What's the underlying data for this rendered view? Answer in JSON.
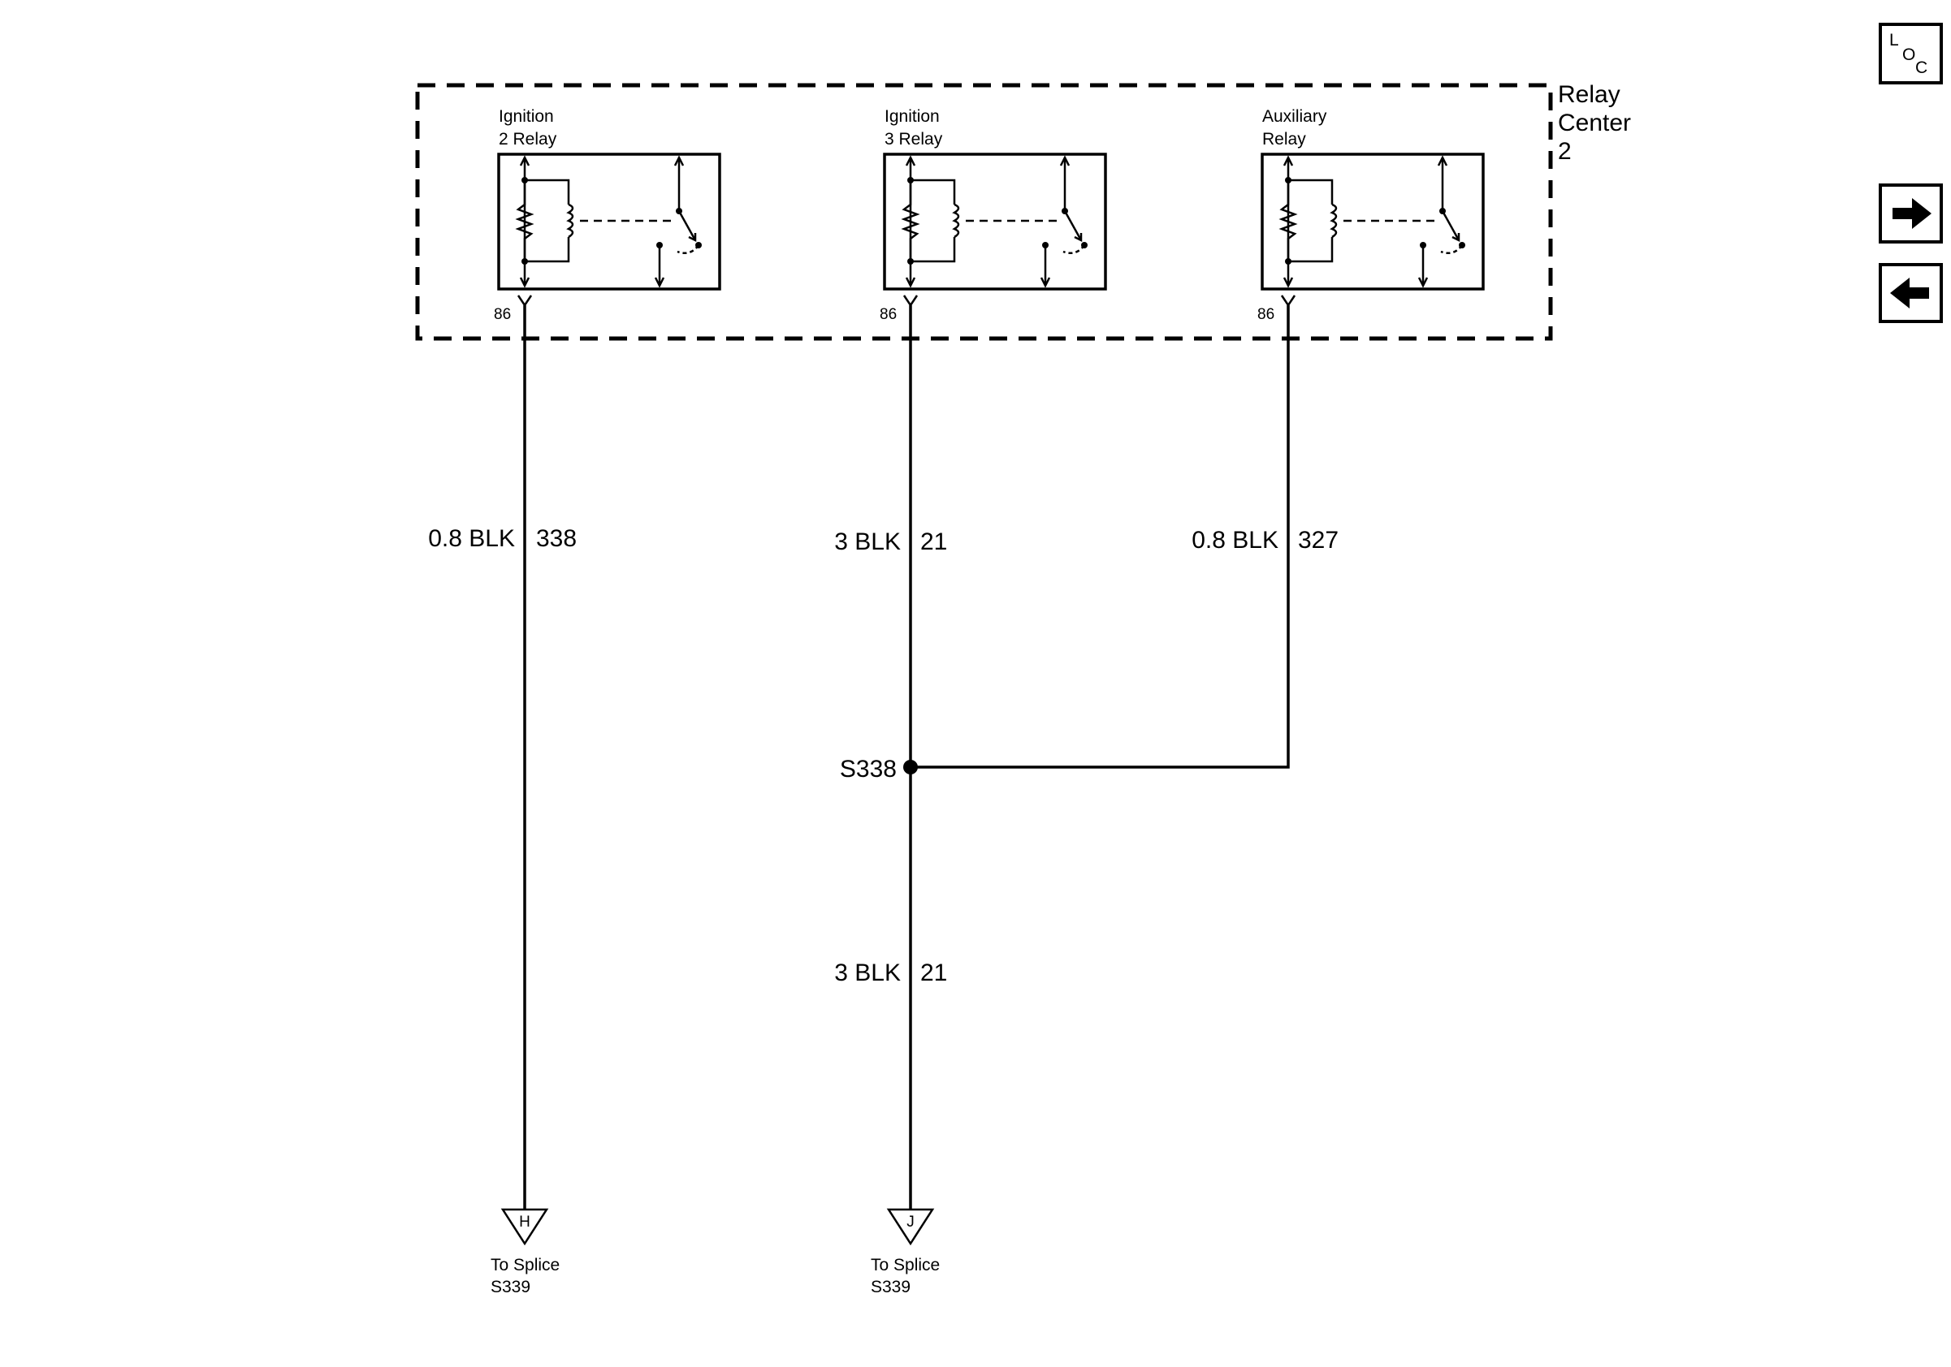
{
  "relay_center": {
    "label_line1": "Relay",
    "label_line2": "Center",
    "label_line3": "2"
  },
  "relays": [
    {
      "name_line1": "Ignition",
      "name_line2": "2 Relay",
      "pin": "86"
    },
    {
      "name_line1": "Ignition",
      "name_line2": "3 Relay",
      "pin": "86"
    },
    {
      "name_line1": "Auxiliary",
      "name_line2": "Relay",
      "pin": "86"
    }
  ],
  "wires": [
    {
      "spec": "0.8 BLK",
      "circuit": "338"
    },
    {
      "spec": "3 BLK",
      "circuit": "21"
    },
    {
      "spec": "0.8 BLK",
      "circuit": "327"
    },
    {
      "spec": "3 BLK",
      "circuit": "21"
    }
  ],
  "splice": {
    "label": "S338"
  },
  "connectors": [
    {
      "letter": "H",
      "line1": "To Splice",
      "line2": "S339"
    },
    {
      "letter": "J",
      "line1": "To Splice",
      "line2": "S339"
    }
  ],
  "nav": {
    "loc": {
      "l": "L",
      "o": "O",
      "c": "C"
    },
    "forward_icon": "arrow-right-icon",
    "back_icon": "arrow-left-icon"
  }
}
